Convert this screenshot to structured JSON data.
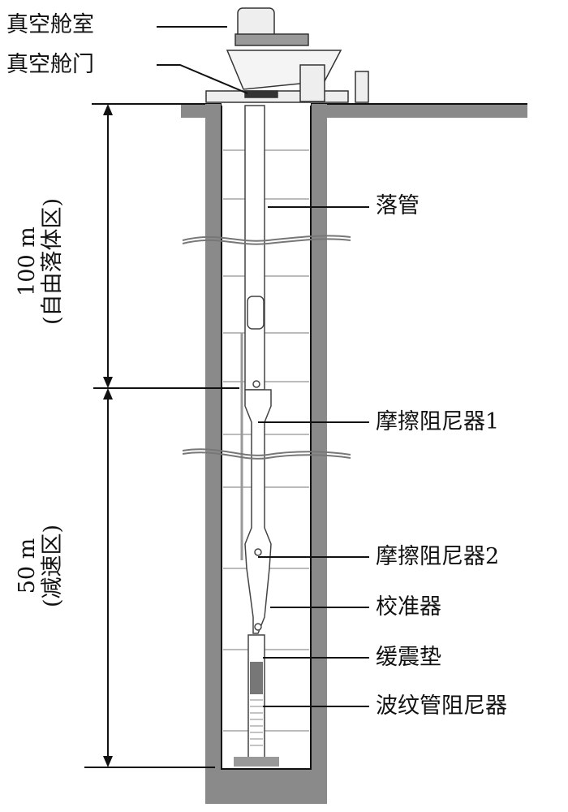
{
  "labels": {
    "vacuum_chamber": "真空舱室",
    "vacuum_door": "真空舱门",
    "drop_tube": "落管",
    "friction_damper_1": "摩擦阻尼器1",
    "friction_damper_2": "摩擦阻尼器2",
    "calibrator": "校准器",
    "cushion": "缓震垫",
    "bellows_damper": "波纹管阻尼器"
  },
  "dimensions": {
    "free_fall": {
      "length": "100 m",
      "zone": "(自由落体区)"
    },
    "deceleration": {
      "length": "50 m",
      "zone": "(减速区)"
    }
  }
}
